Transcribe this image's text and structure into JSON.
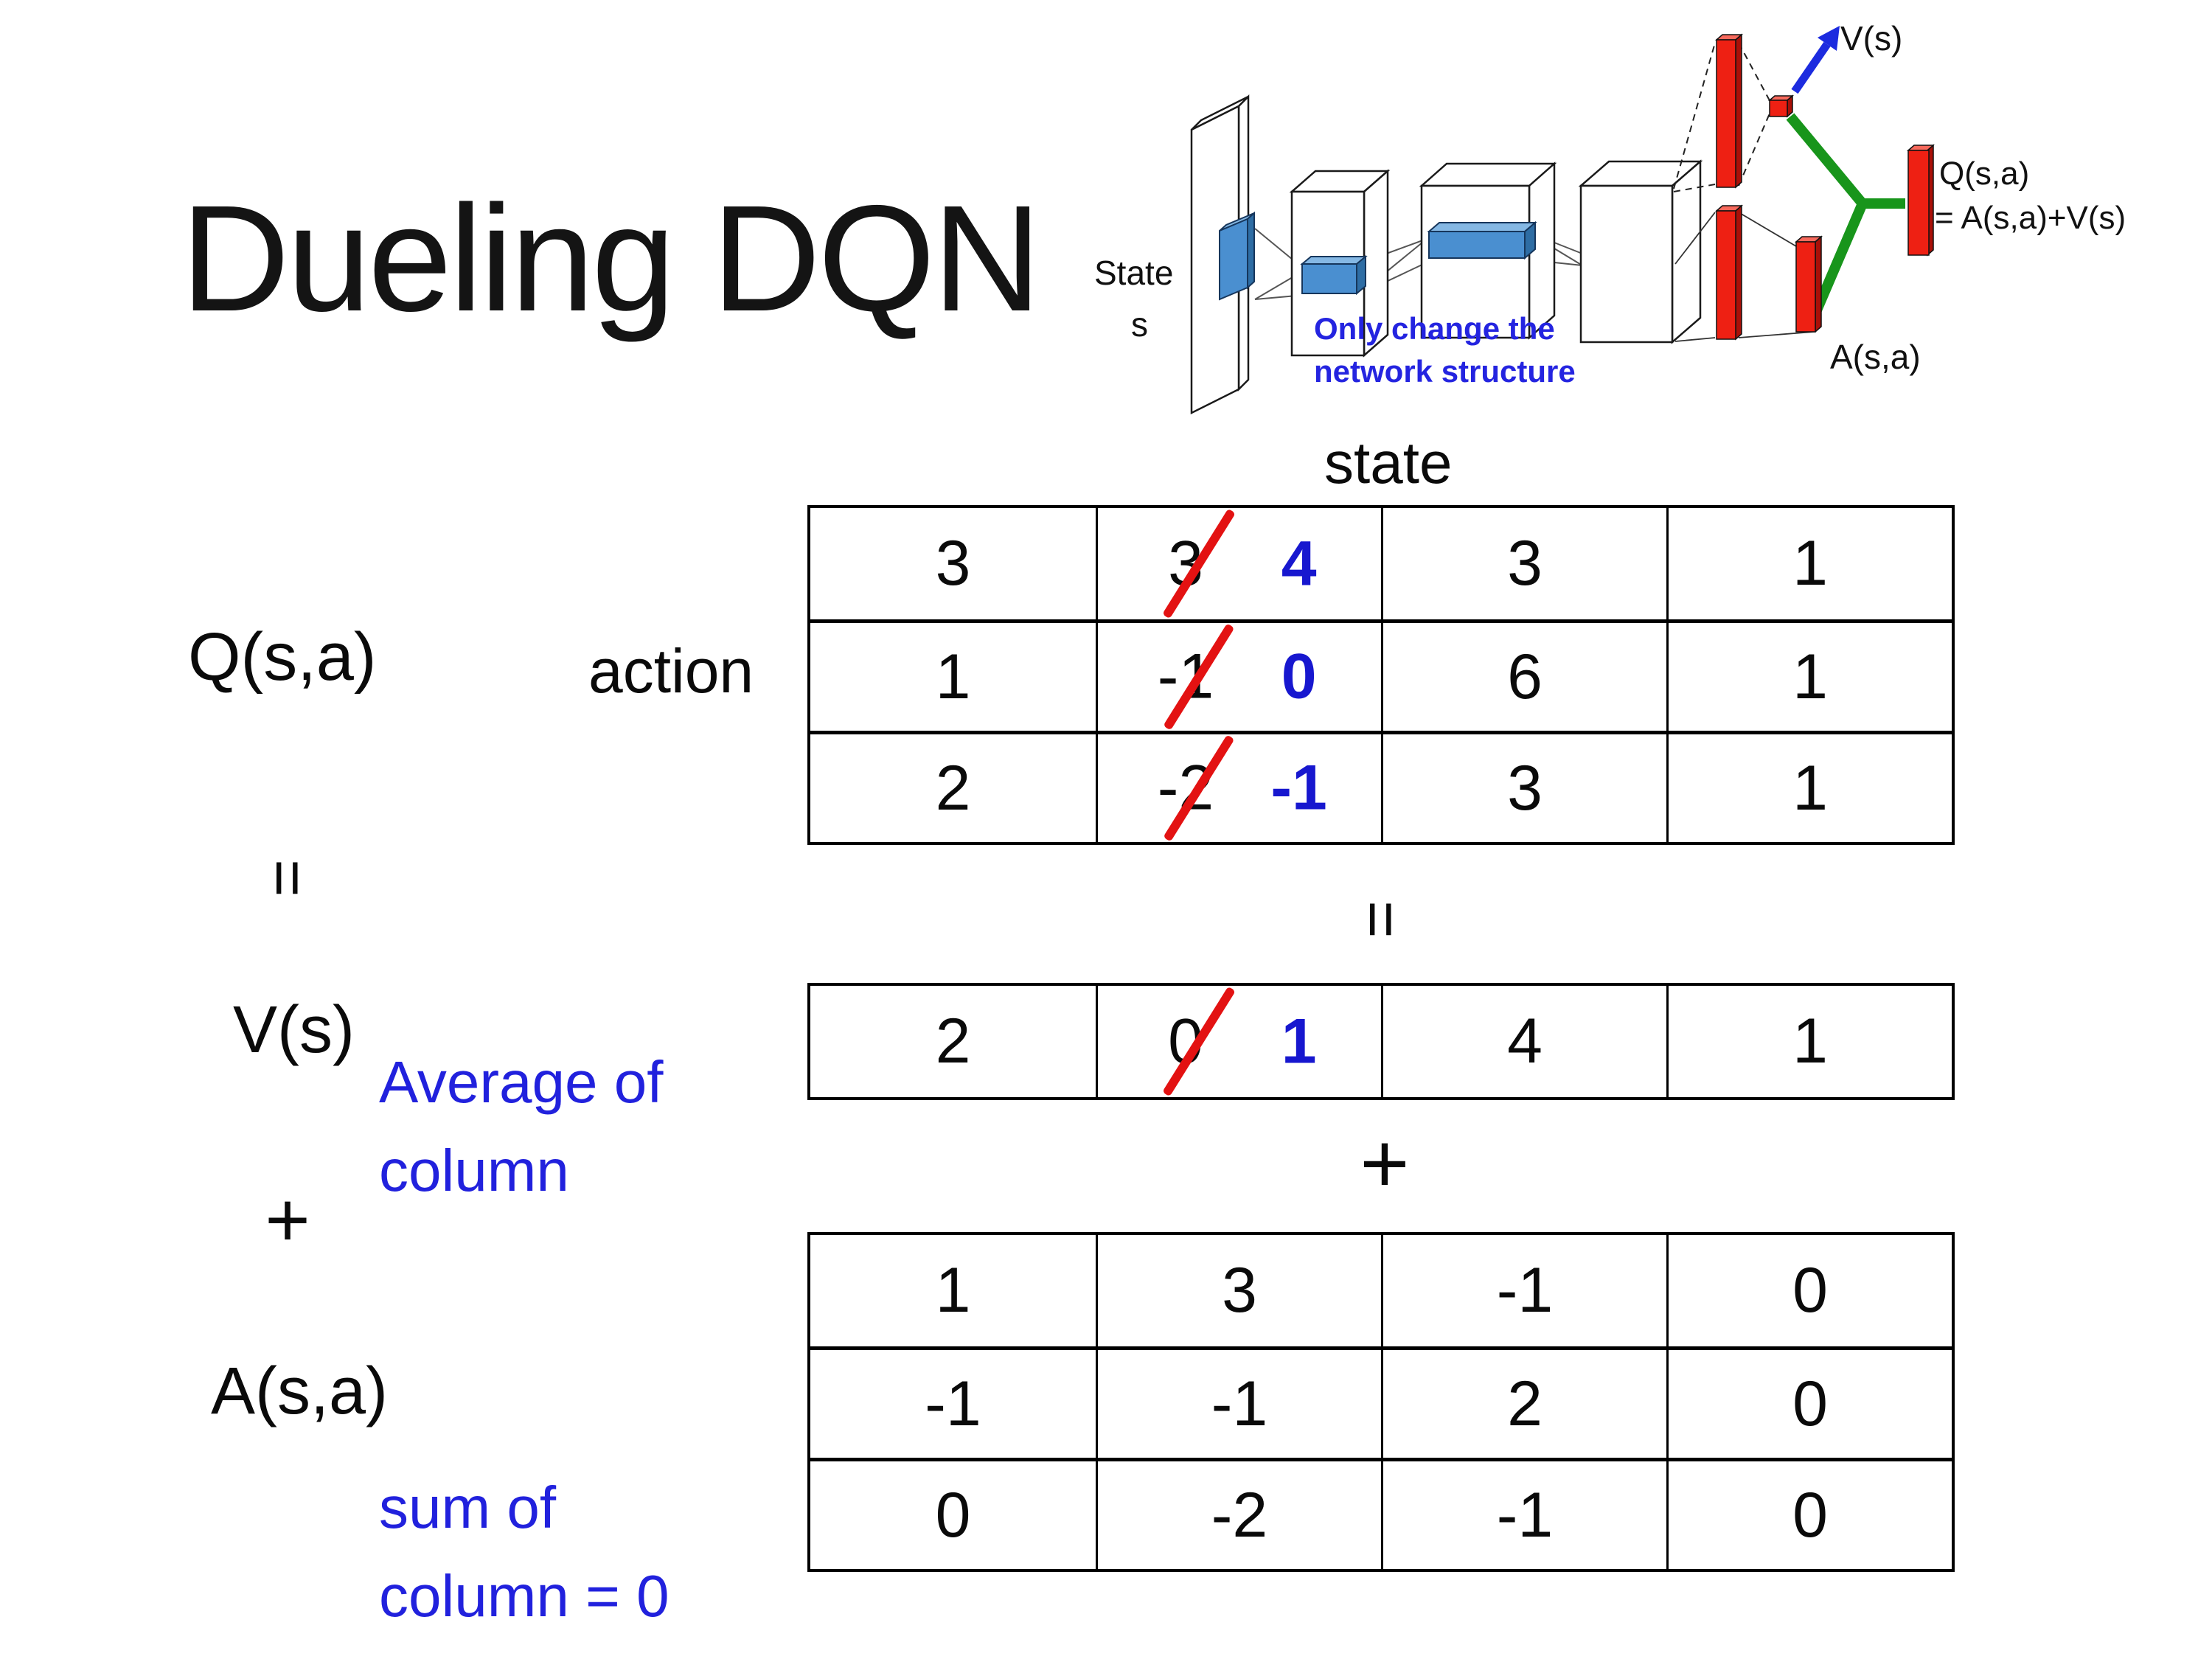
{
  "slide": {
    "title": "Dueling DQN"
  },
  "diagram": {
    "state_line1": "State",
    "state_line2": "s",
    "note_line1": "Only change the",
    "note_line2": "network structure",
    "v_out_label": "V(s)",
    "q_out_line1": "Q(s,a)",
    "q_out_line2": "= A(s,a)+V(s)",
    "a_out_label": "A(s,a)"
  },
  "labels": {
    "q": "Q(s,a)",
    "equals_left": "=",
    "action": "action",
    "state": "state",
    "equals_center": "=",
    "v": "V(s)",
    "avg_line1": "Average of",
    "avg_line2": "column",
    "plus_left": "+",
    "plus_center": "+",
    "a": "A(s,a)",
    "sum_line1": "sum of",
    "sum_line2": "column = 0"
  },
  "q_table": {
    "rows": [
      {
        "c0": "3",
        "crossed_old": "3",
        "crossed_new": "4",
        "c2": "3",
        "c3": "1"
      },
      {
        "c0": "1",
        "crossed_old": "-1",
        "crossed_new": "0",
        "c2": "6",
        "c3": "1"
      },
      {
        "c0": "2",
        "crossed_old": "-2",
        "crossed_new": "-1",
        "c2": "3",
        "c3": "1"
      }
    ]
  },
  "v_table": {
    "row": {
      "c0": "2",
      "crossed_old": "0",
      "crossed_new": "1",
      "c2": "4",
      "c3": "1"
    }
  },
  "a_table": {
    "rows": [
      {
        "c0": "1",
        "c1": "3",
        "c2": "-1",
        "c3": "0"
      },
      {
        "c0": "-1",
        "c1": "-1",
        "c2": "2",
        "c3": "0"
      },
      {
        "c0": "0",
        "c1": "-2",
        "c2": "-1",
        "c3": "0"
      }
    ]
  },
  "colors": {
    "new_value_blue": "#1717cf",
    "note_blue": "#2121dd",
    "strike_red": "#e31212",
    "bar_red": "#ee2013",
    "conv_blue": "#5b9bd5",
    "merge_green": "#18951b"
  }
}
